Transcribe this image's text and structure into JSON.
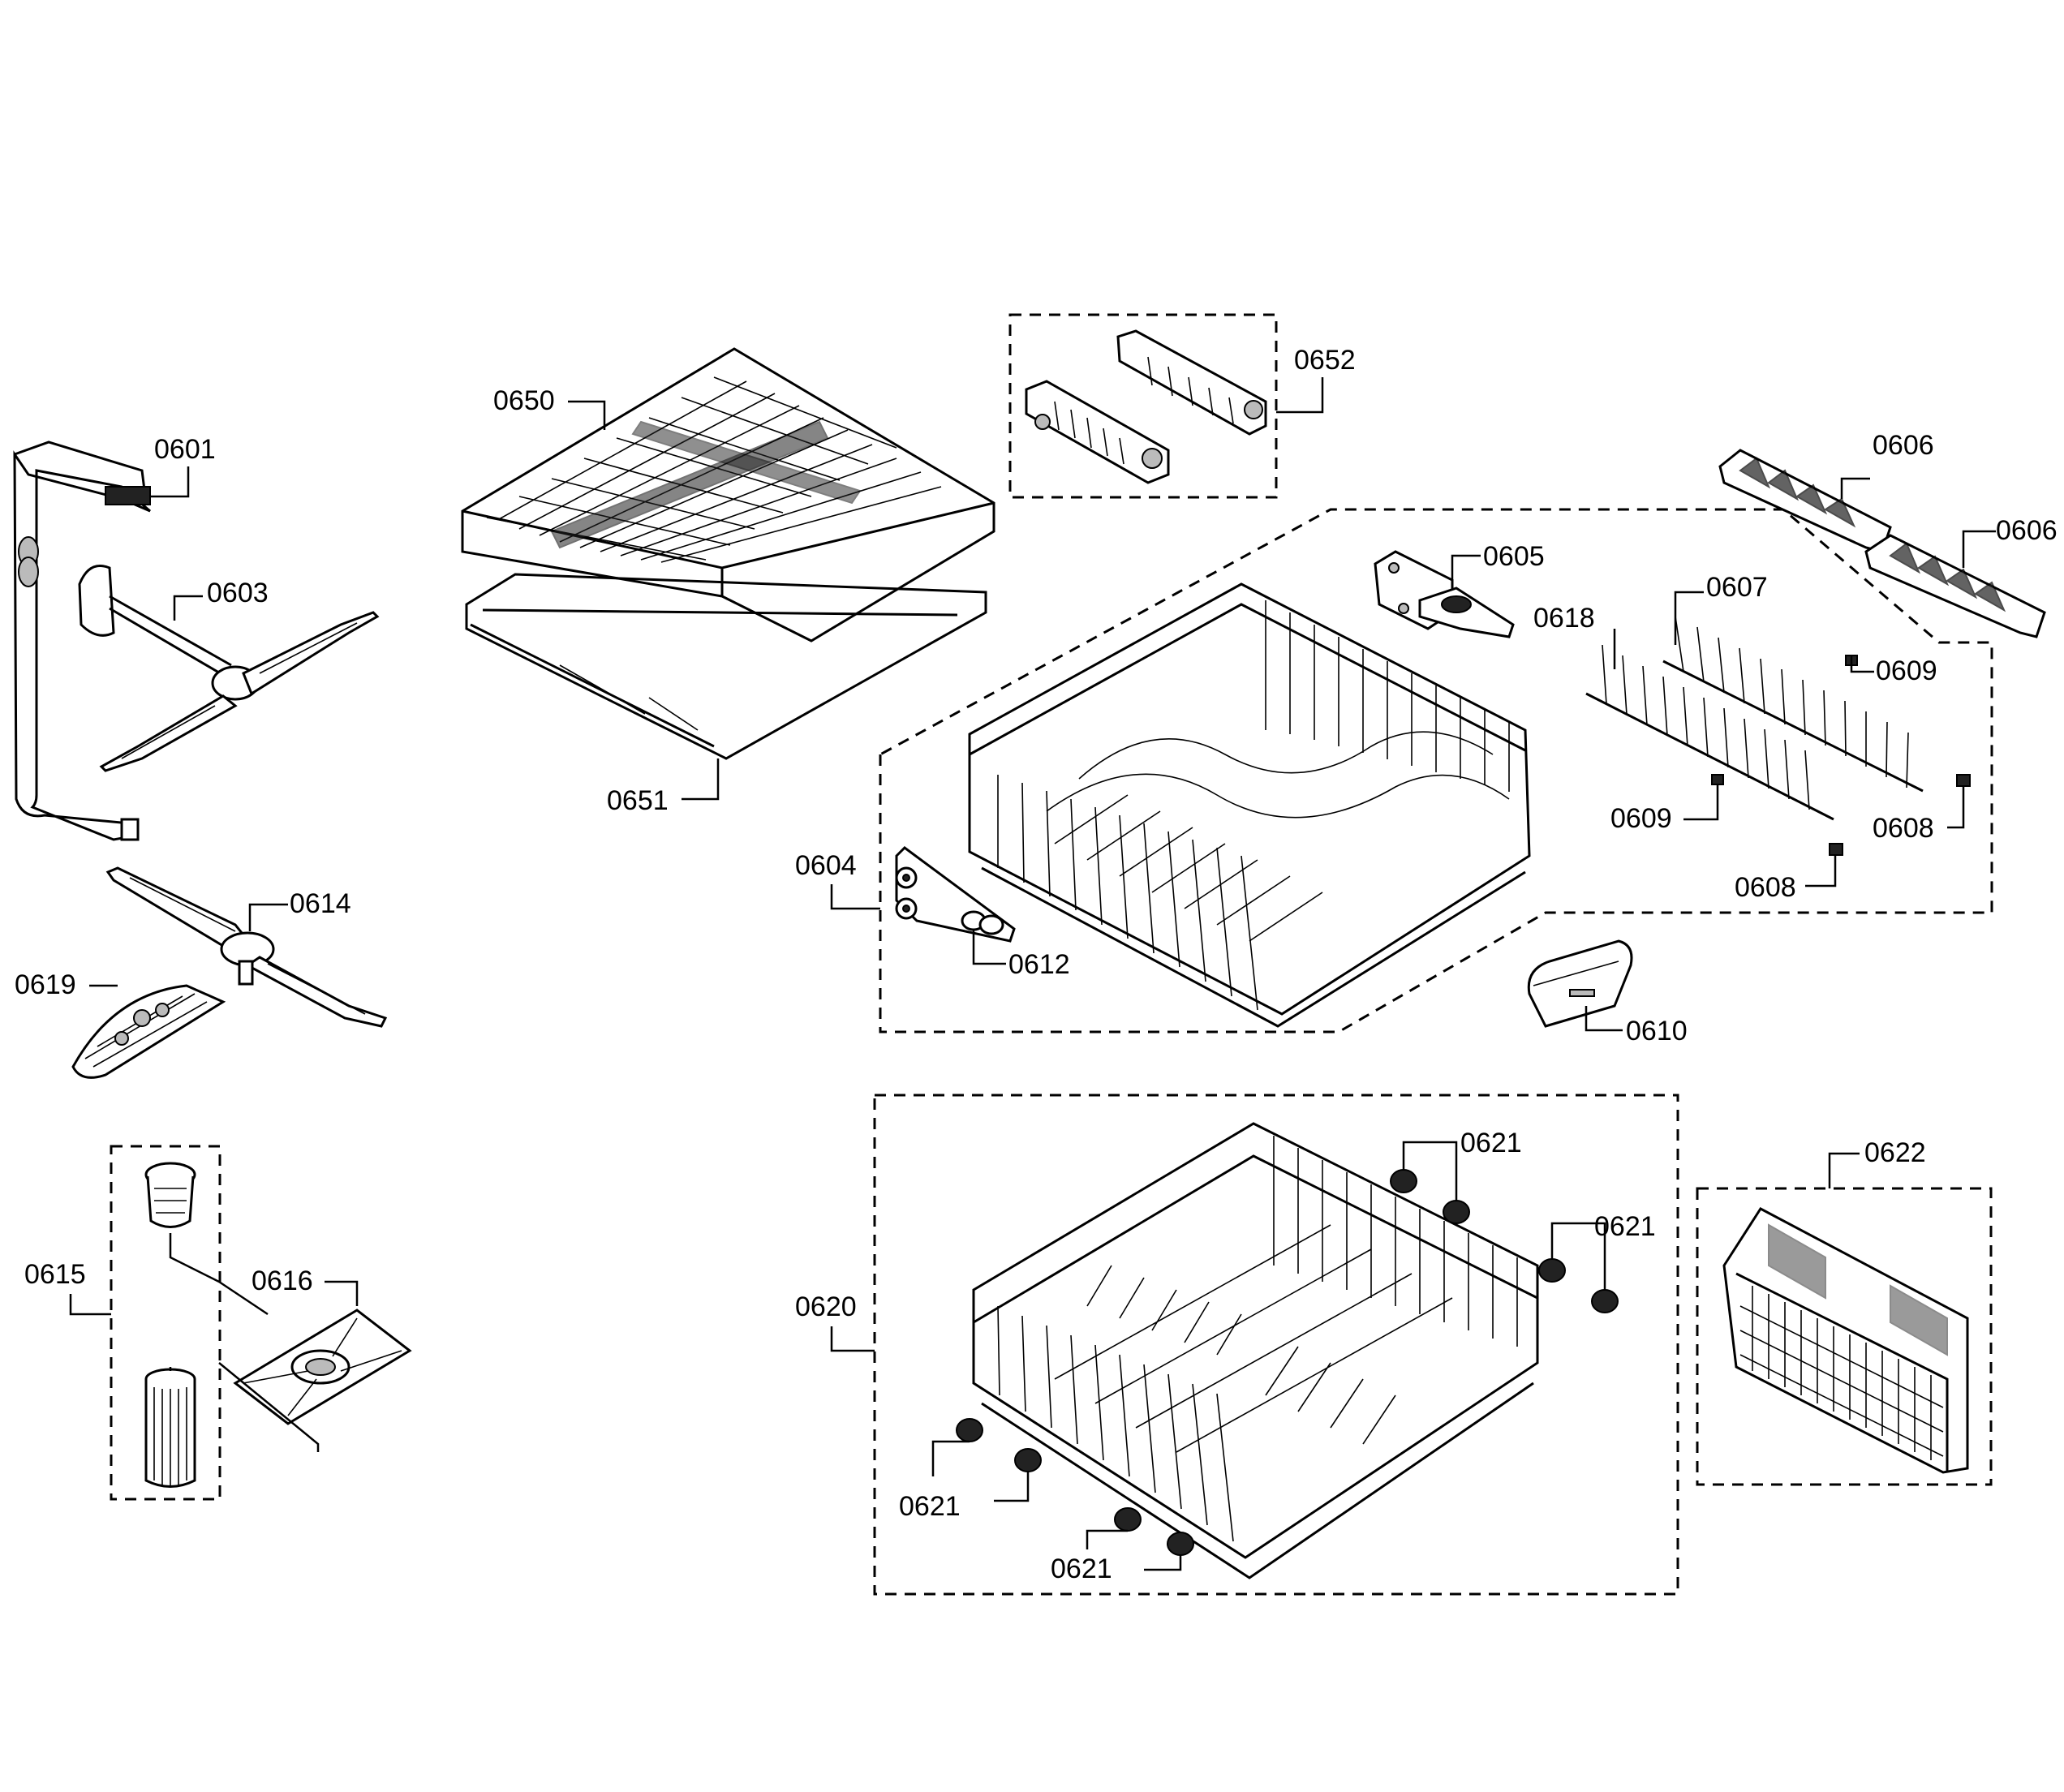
{
  "diagram": {
    "callouts": {
      "c0601": "0601",
      "c0603": "0603",
      "c0604": "0604",
      "c0605": "0605",
      "c0606a": "0606",
      "c0606b": "0606",
      "c0607": "0607",
      "c0608a": "0608",
      "c0608b": "0608",
      "c0609a": "0609",
      "c0609b": "0609",
      "c0610": "0610",
      "c0612": "0612",
      "c0614": "0614",
      "c0615": "0615",
      "c0616": "0616",
      "c0618": "0618",
      "c0619": "0619",
      "c0620": "0620",
      "c0621a": "0621",
      "c0621b": "0621",
      "c0621c": "0621",
      "c0621d": "0621",
      "c0622": "0622",
      "c0650": "0650",
      "c0651": "0651",
      "c0652": "0652"
    }
  }
}
